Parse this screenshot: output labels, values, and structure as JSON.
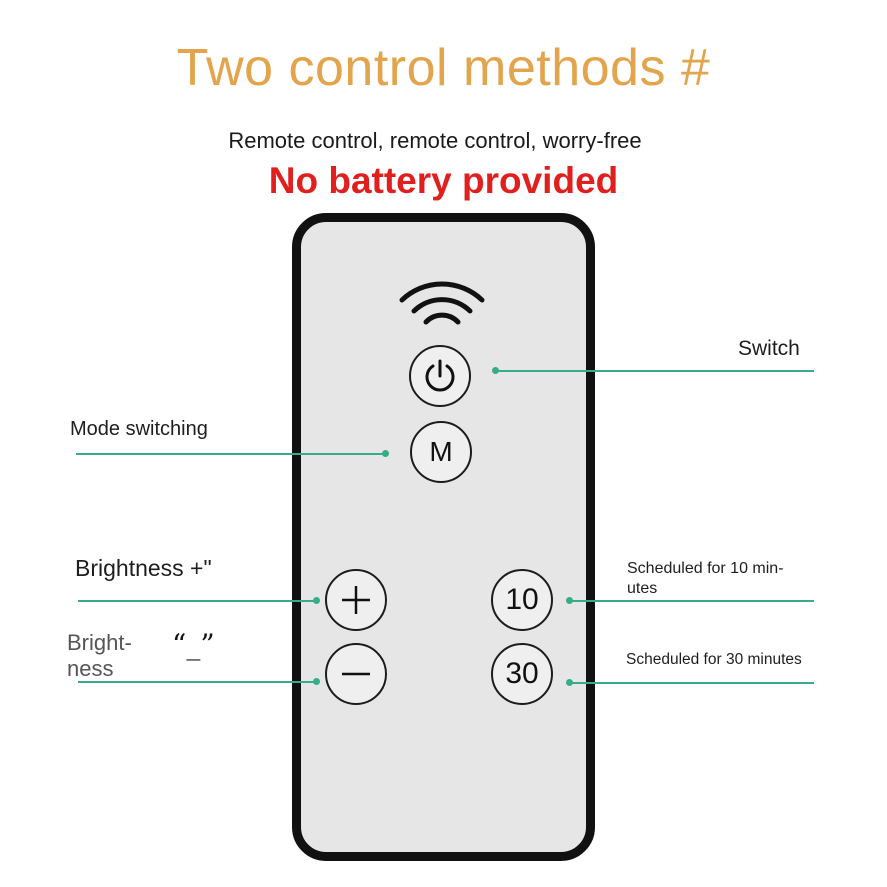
{
  "header": {
    "title": "Two control methods #",
    "subtitle": "Remote control, remote control, worry-free",
    "warning": "No battery provided"
  },
  "remote": {
    "signal_icon": "wifi-signal-icon",
    "buttons": {
      "power": {
        "icon": "power-icon"
      },
      "mode": {
        "label": "M"
      },
      "plus": {
        "icon": "plus-icon"
      },
      "minus": {
        "icon": "minus-icon"
      },
      "timer10": {
        "label": "10"
      },
      "timer30": {
        "label": "30"
      }
    }
  },
  "callouts": {
    "switch": "Switch",
    "mode": "Mode switching",
    "brightness_plus": "Brightness +\"",
    "brightness_minus_line1": "Bright-",
    "brightness_minus_line2": "ness",
    "brightness_minus_symbol": "“_”",
    "timer10_line1": "Scheduled for 10 min-",
    "timer10_line2": "utes",
    "timer30": "Scheduled for 30 minutes"
  },
  "colors": {
    "title": "#e2a44d",
    "warning": "#e0201f",
    "leader_line": "#35ad88",
    "remote_body": "#e6e6e6",
    "remote_border": "#111111"
  }
}
